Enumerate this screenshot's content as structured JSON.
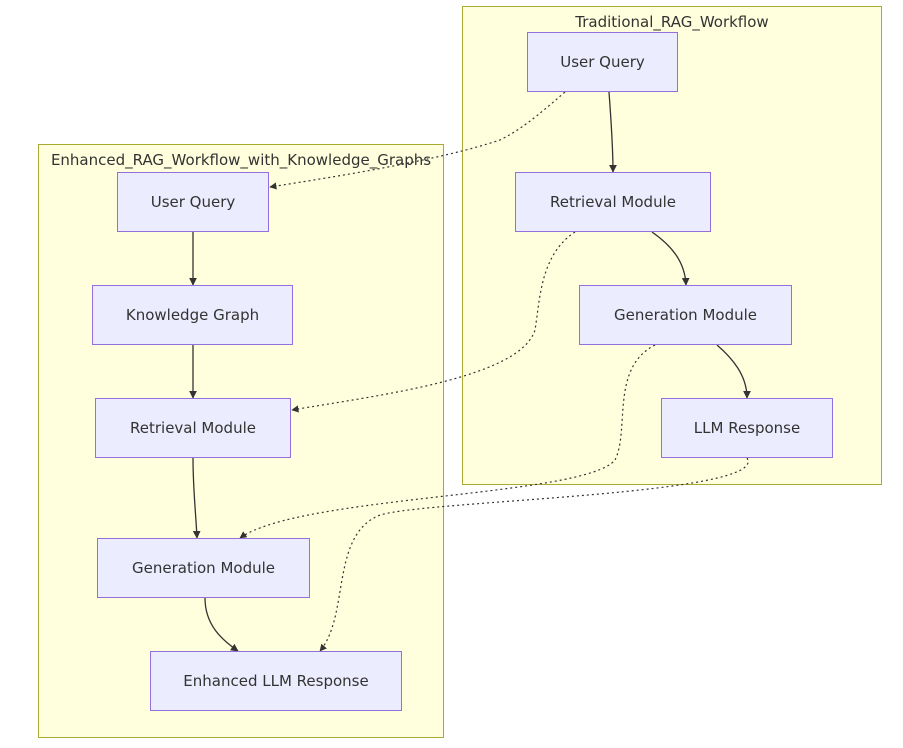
{
  "clusters": {
    "traditional": {
      "title": "Traditional_RAG_Workflow"
    },
    "enhanced": {
      "title": "Enhanced_RAG_Workflow_with_Knowledge_Graphs"
    }
  },
  "nodes": {
    "t_query": "User Query",
    "t_retrieval": "Retrieval Module",
    "t_generation": "Generation Module",
    "t_response": "LLM Response",
    "e_query": "User Query",
    "e_kg": "Knowledge Graph",
    "e_retrieval": "Retrieval Module",
    "e_generation": "Generation Module",
    "e_response": "Enhanced LLM Response"
  },
  "edges": [
    {
      "from": "t_query",
      "to": "t_retrieval",
      "style": "solid"
    },
    {
      "from": "t_retrieval",
      "to": "t_generation",
      "style": "solid"
    },
    {
      "from": "t_generation",
      "to": "t_response",
      "style": "solid"
    },
    {
      "from": "e_query",
      "to": "e_kg",
      "style": "solid"
    },
    {
      "from": "e_kg",
      "to": "e_retrieval",
      "style": "solid"
    },
    {
      "from": "e_retrieval",
      "to": "e_generation",
      "style": "solid"
    },
    {
      "from": "e_generation",
      "to": "e_response",
      "style": "solid"
    },
    {
      "from": "t_query",
      "to": "e_query",
      "style": "dotted"
    },
    {
      "from": "t_retrieval",
      "to": "e_retrieval",
      "style": "dotted"
    },
    {
      "from": "t_generation",
      "to": "e_generation",
      "style": "dotted"
    },
    {
      "from": "t_response",
      "to": "e_response",
      "style": "dotted"
    }
  ],
  "colors": {
    "cluster_fill": "#ffffde",
    "cluster_stroke": "#aaaa33",
    "node_fill": "#ececff",
    "node_stroke": "#9370db",
    "edge": "#333333"
  }
}
